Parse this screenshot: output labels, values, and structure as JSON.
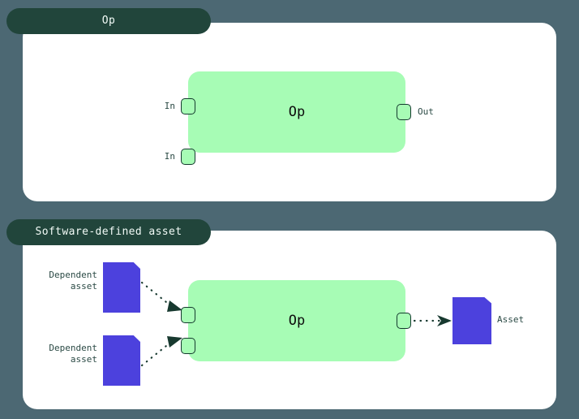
{
  "background_color": "#4c6873",
  "accent_colors": {
    "panel": "#ffffff",
    "tab": "#21453b",
    "op_box": "#a7fcb5",
    "port_border": "#143a2e",
    "asset": "#4c41dd",
    "text": "#2b4a45",
    "connector": "#17392f"
  },
  "panels": [
    {
      "id": "op",
      "tab_label": "Op",
      "op": {
        "label": "Op",
        "inputs": [
          {
            "label": "In"
          },
          {
            "label": "In"
          }
        ],
        "outputs": [
          {
            "label": "Out"
          }
        ]
      }
    },
    {
      "id": "software-defined-asset",
      "tab_label": "Software-defined asset",
      "op": {
        "label": "Op",
        "inputs": [
          {
            "label": ""
          },
          {
            "label": ""
          }
        ],
        "outputs": [
          {
            "label": ""
          }
        ]
      },
      "upstream_assets": [
        {
          "label": "Dependent\nasset",
          "icon": "document-icon"
        },
        {
          "label": "Dependent\nasset",
          "icon": "document-icon"
        }
      ],
      "downstream_assets": [
        {
          "label": "Asset",
          "icon": "document-icon"
        }
      ]
    }
  ]
}
